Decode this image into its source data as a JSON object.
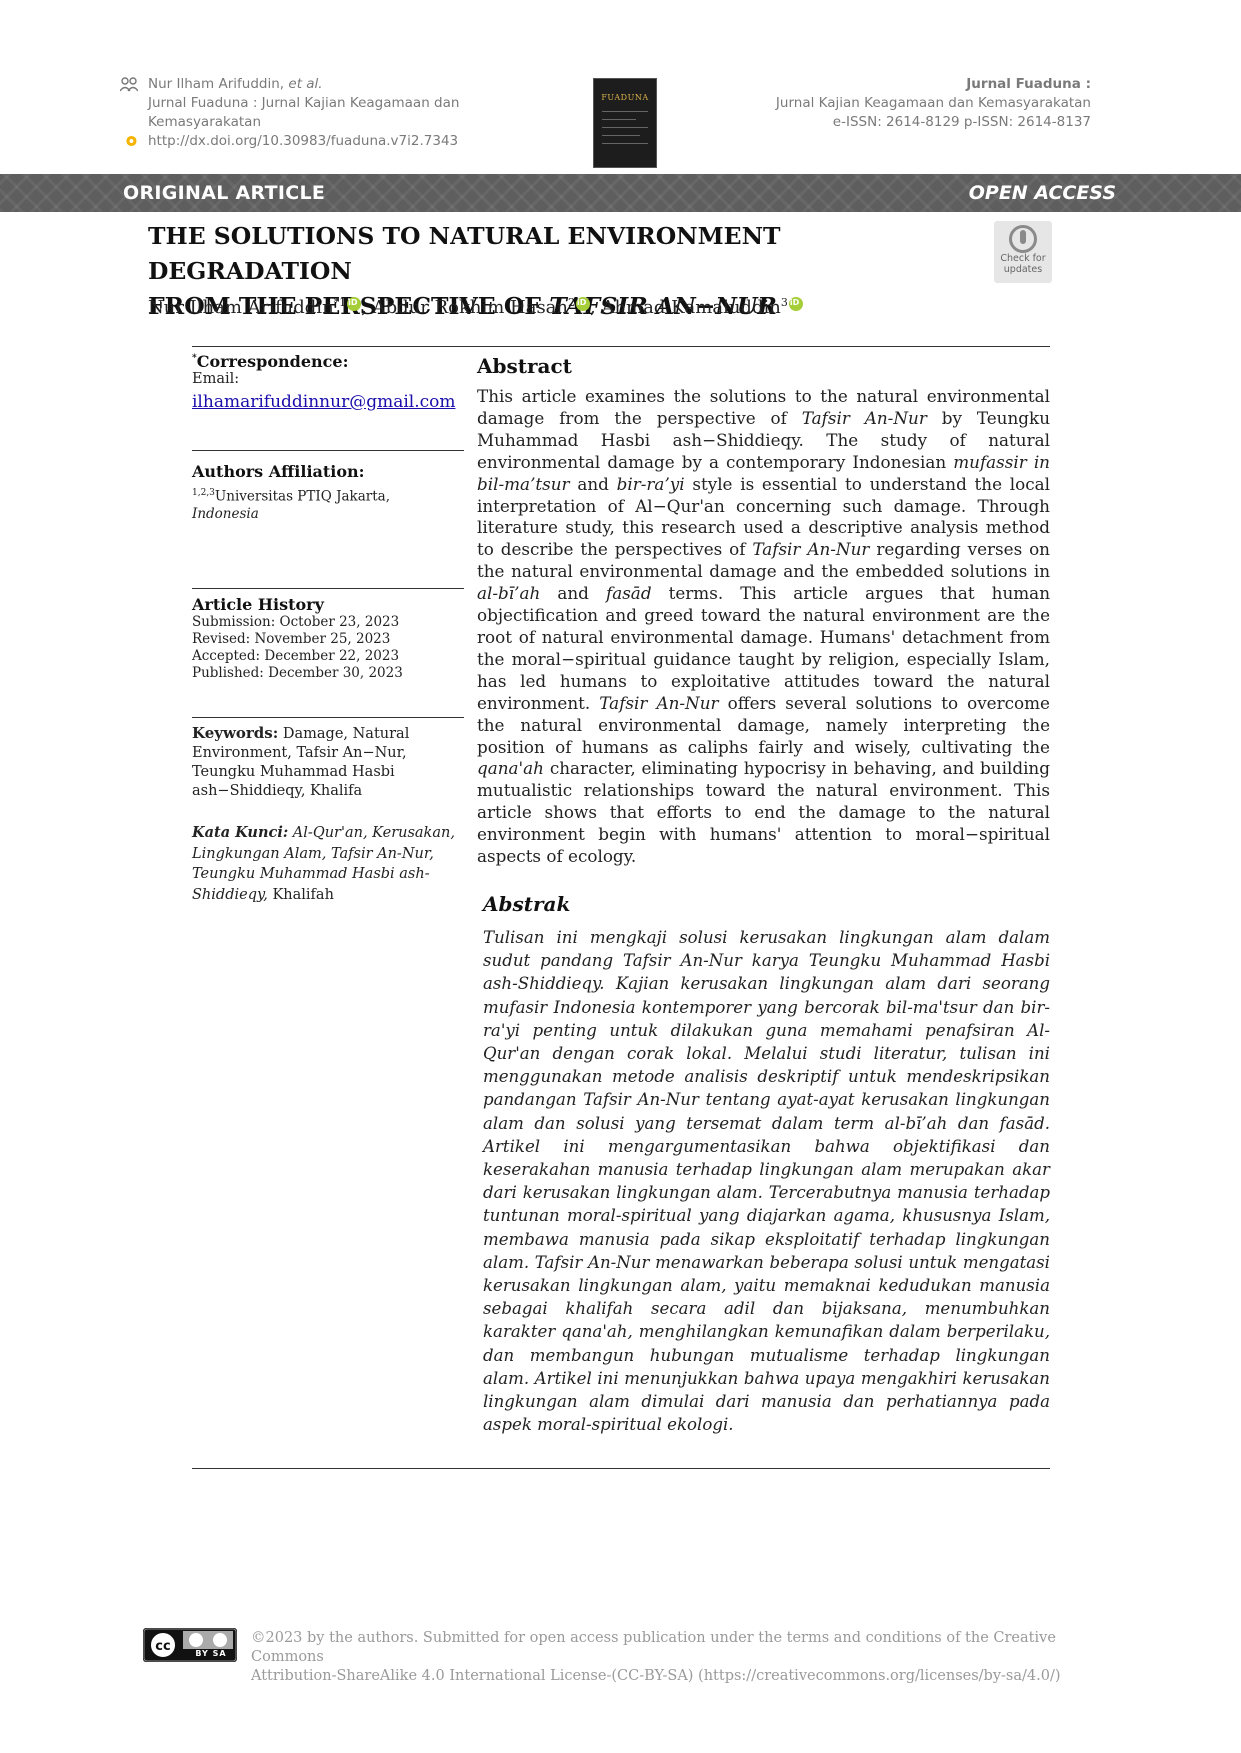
{
  "header": {
    "left_author": "Nur Ilham Arifuddin,",
    "left_etal": "et al.",
    "left_journal_1": "Jurnal Fuaduna : Jurnal Kajian Keagamaan dan",
    "left_journal_2": "Kemasyarakatan",
    "left_doi": "http://dx.doi.org/10.30983/fuaduna.v7i2.7343",
    "cover_title": "FUADUNA",
    "right_title": "Jurnal Fuaduna :",
    "right_sub": "Jurnal Kajian Keagamaan dan Kemasyarakatan",
    "right_issn": "e-ISSN: 2614-8129 p-ISSN: 2614-8137"
  },
  "banner": {
    "left": "ORIGINAL ARTICLE",
    "right": "OPEN ACCESS"
  },
  "title": {
    "line1": "THE SOLUTIONS TO NATURAL ENVIRONMENT DEGRADATION",
    "line2_a": "FROM THE PERSPECTIVE OF ",
    "line2_b": "TAFSIR AN−NUR"
  },
  "check_updates": {
    "line1": "Check for",
    "line2": "updates"
  },
  "authors": [
    {
      "name": "Nur Ilham Arifuddin",
      "sup": "*1"
    },
    {
      "name": ", Abdur Rokhim Hasan",
      "sup": "2"
    },
    {
      "name": ", Ahmad Kamaluddin",
      "sup": "3"
    }
  ],
  "sidebar": {
    "corr_mark": "*",
    "corr_head": "Correspondence:",
    "email_label": "Email:",
    "email": "ilhamarifuddinnur@gmail.com",
    "aff_head": "Authors Affiliation:",
    "aff_sup": "1,2,3",
    "aff_text": "Universitas PTIQ Jakarta,",
    "aff_country": "Indonesia",
    "hist_head": "Article History",
    "hist": [
      "Submission: October 23, 2023",
      "Revised: November 25, 2023",
      "Accepted: December 22, 2023",
      "Published: December 30, 2023"
    ],
    "kw_head": "Keywords:",
    "kw_text": " Damage, Natural Environment, Tafsir An−Nur, Teungku Muhammad Hasbi ash−Shiddieqy, Khalifa",
    "kk_head": "Kata Kunci:",
    "kk_text": " Al-Qur'an, Kerusakan, Lingkungan Alam, Tafsir An-Nur, Teungku Muhammad Hasbi ash-Shiddieqy,",
    "kk_last": " Khalifah"
  },
  "abstract_en": {
    "heading": "Abstract",
    "segments": [
      "This article examines the solutions to the natural environmental damage from the perspective of ",
      "Tafsir An-Nur",
      " by Teungku Muhammad Hasbi ash−Shiddieqy. The study of natural environmental damage by a contemporary Indonesian ",
      "mufassir in bil-ma’tsur",
      " and ",
      "bir-ra’yi",
      " style is essential to understand the local interpretation of Al−Qur'an concerning such damage. Through literature study, this research used a descriptive analysis method to describe the perspectives of ",
      "Tafsir An-Nur",
      " regarding verses on the natural environmental damage and the embedded solutions in ",
      "al-bī’ah",
      " and ",
      "fasād",
      " terms. This article argues that human objectification and greed toward the natural environment are the root of natural environmental damage. Humans' detachment from the moral−spiritual guidance taught by religion, especially Islam, has led humans to exploitative attitudes toward the natural environment. ",
      "Tafsir An-Nur",
      " offers several solutions to overcome the natural environmental damage, namely interpreting the position of humans as caliphs fairly and wisely, cultivating the ",
      "qana'ah",
      " character, eliminating hypocrisy in behaving, and building mutualistic relationships toward the natural environment. This article shows that efforts to end the damage to the natural environment begin with humans' attention to moral−spiritual aspects of ecology."
    ]
  },
  "abstract_id": {
    "heading": "Abstrak",
    "text": "Tulisan ini mengkaji solusi kerusakan lingkungan alam dalam sudut pandang Tafsir An-Nur karya Teungku Muhammad Hasbi ash-Shiddieqy. Kajian kerusakan lingkungan alam dari seorang mufasir Indonesia kontemporer yang bercorak bil-ma'tsur dan bir-ra'yi penting untuk dilakukan guna memahami penafsiran Al-Qur'an dengan corak lokal. Melalui studi literatur, tulisan ini menggunakan metode analisis deskriptif untuk mendeskripsikan pandangan Tafsir An-Nur tentang ayat-ayat kerusakan lingkungan alam dan solusi yang tersemat dalam term al-bī’ah dan fasād. Artikel ini mengargumentasikan bahwa objektifikasi dan keserakahan manusia terhadap lingkungan alam merupakan akar dari kerusakan lingkungan alam. Tercerabutnya manusia terhadap tuntunan moral-spiritual yang diajarkan agama, khususnya Islam, membawa manusia pada sikap eksploitatif terhadap lingkungan alam. Tafsir An-Nur menawarkan beberapa solusi untuk mengatasi kerusakan lingkungan alam, yaitu memaknai kedudukan manusia sebagai khalifah secara adil dan bijaksana, menumbuhkan karakter qana'ah, menghilangkan kemunafikan dalam berperilaku, dan membangun hubungan mutualisme terhadap lingkungan alam. Artikel ini menunjukkan bahwa upaya mengakhiri kerusakan lingkungan alam dimulai dari manusia dan perhatiannya pada aspek moral-spiritual ekologi."
  },
  "footer": {
    "cc_label": "BY SA",
    "line1": "©2023  by the authors. Submitted for open access publication under the terms and conditions of the Creative Commons",
    "line2": "Attribution-ShareAlike 4.0 International License-(CC-BY-SA) (https://creativecommons.org/licenses/by-sa/4.0/)"
  }
}
